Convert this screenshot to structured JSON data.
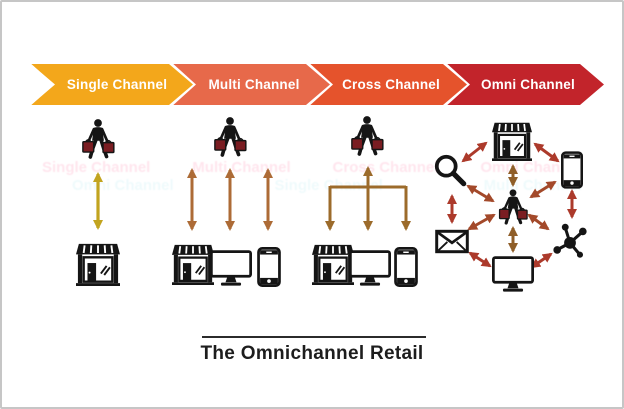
{
  "title": {
    "text": "The Omnichannel Retail"
  },
  "banners": [
    {
      "label": "Single Channel",
      "color": "#F3A71B"
    },
    {
      "label": "Multi Channel",
      "color": "#E7694A"
    },
    {
      "label": "Cross Channel",
      "color": "#E5532C"
    },
    {
      "label": "Omni Channel",
      "color": "#C2242B"
    }
  ],
  "sections": [
    {
      "id": "single-channel",
      "customer": "shopper-icon",
      "touchpoints": [
        "store-icon"
      ]
    },
    {
      "id": "multi-channel",
      "customer": "shopper-icon",
      "touchpoints": [
        "store-icon",
        "desktop-icon",
        "smartphone-icon"
      ]
    },
    {
      "id": "cross-channel",
      "customer": "shopper-icon",
      "touchpoints": [
        "store-icon",
        "desktop-icon",
        "smartphone-icon"
      ]
    },
    {
      "id": "omni-channel",
      "customer": "shopper-icon",
      "touchpoints": [
        "store-icon",
        "smartphone-icon",
        "network-icon",
        "desktop-icon",
        "email-icon",
        "search-icon"
      ]
    }
  ],
  "colors": {
    "single_arrow": "#C2A41F",
    "multi_arrow": "#AD6B36",
    "cross_arrow": "#9C6B2B",
    "omni_arrow_vertical": "#8F5E28",
    "omni_arrow_diagonal": "#A3492A",
    "omni_arrow_perimeter": "#AC3A2B",
    "bag_accent": "#7A1D22",
    "icon_black": "#151515"
  }
}
